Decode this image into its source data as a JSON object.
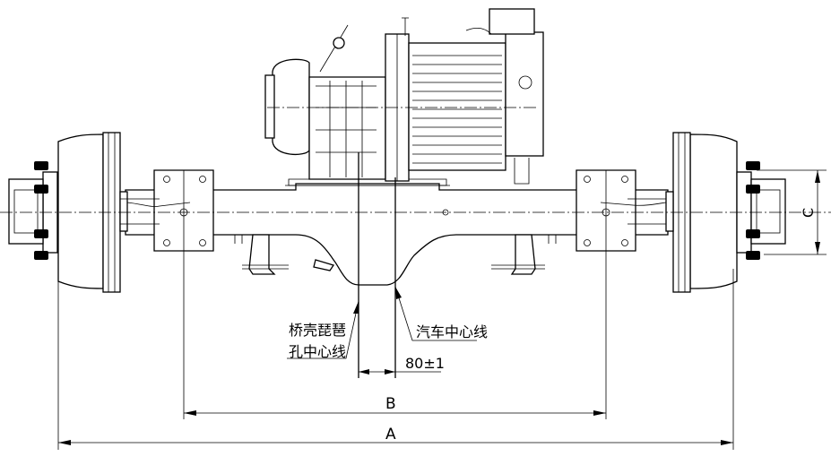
{
  "labels": {
    "housing_bore_center_line_1": "桥壳琵琶",
    "housing_bore_center_line_2": "孔中心线",
    "vehicle_center_line": "汽车中心线",
    "offset_value": "80±1",
    "dim_a": "A",
    "dim_b": "B",
    "dim_c": "C"
  }
}
